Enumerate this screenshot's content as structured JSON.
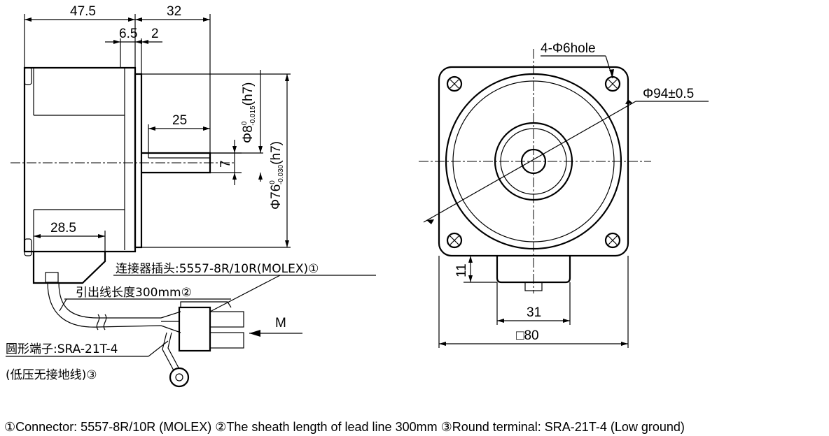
{
  "side_view": {
    "dim_total_length": "47.5",
    "dim_shaft_length": "32",
    "dim_pilot": "6.5",
    "dim_flange": "2",
    "dim_key_length": "25",
    "dim_shaft_diameter": "Φ8",
    "dim_shaft_tol_upper": "0",
    "dim_shaft_tol_lower": "-0.015",
    "dim_shaft_fit": "(h7)",
    "dim_pilot_diameter": "Φ76",
    "dim_pilot_tol_upper": "0",
    "dim_pilot_tol_lower": "-0.030",
    "dim_pilot_fit": "(h7)",
    "dim_flat": "7",
    "dim_connector_pos": "28.5"
  },
  "front_view": {
    "dim_holes": "4-Φ6hole",
    "dim_pcd": "Φ94±0.5",
    "dim_gearbox_offset": "11",
    "dim_gearbox_width": "31",
    "dim_square": "□80"
  },
  "annotations": {
    "connector": "连接器插头:5557-8R/10R(MOLEX)①",
    "lead_length": "引出线长度300mm②",
    "terminal_line1": "圆形端子:SRA-21T-4",
    "terminal_line2": "(低压无接地线)③",
    "view_m": "M"
  },
  "footnote": "①Connector: 5557-8R/10R (MOLEX)  ②The sheath length of lead line 300mm  ③Round terminal: SRA-21T-4 (Low ground)"
}
